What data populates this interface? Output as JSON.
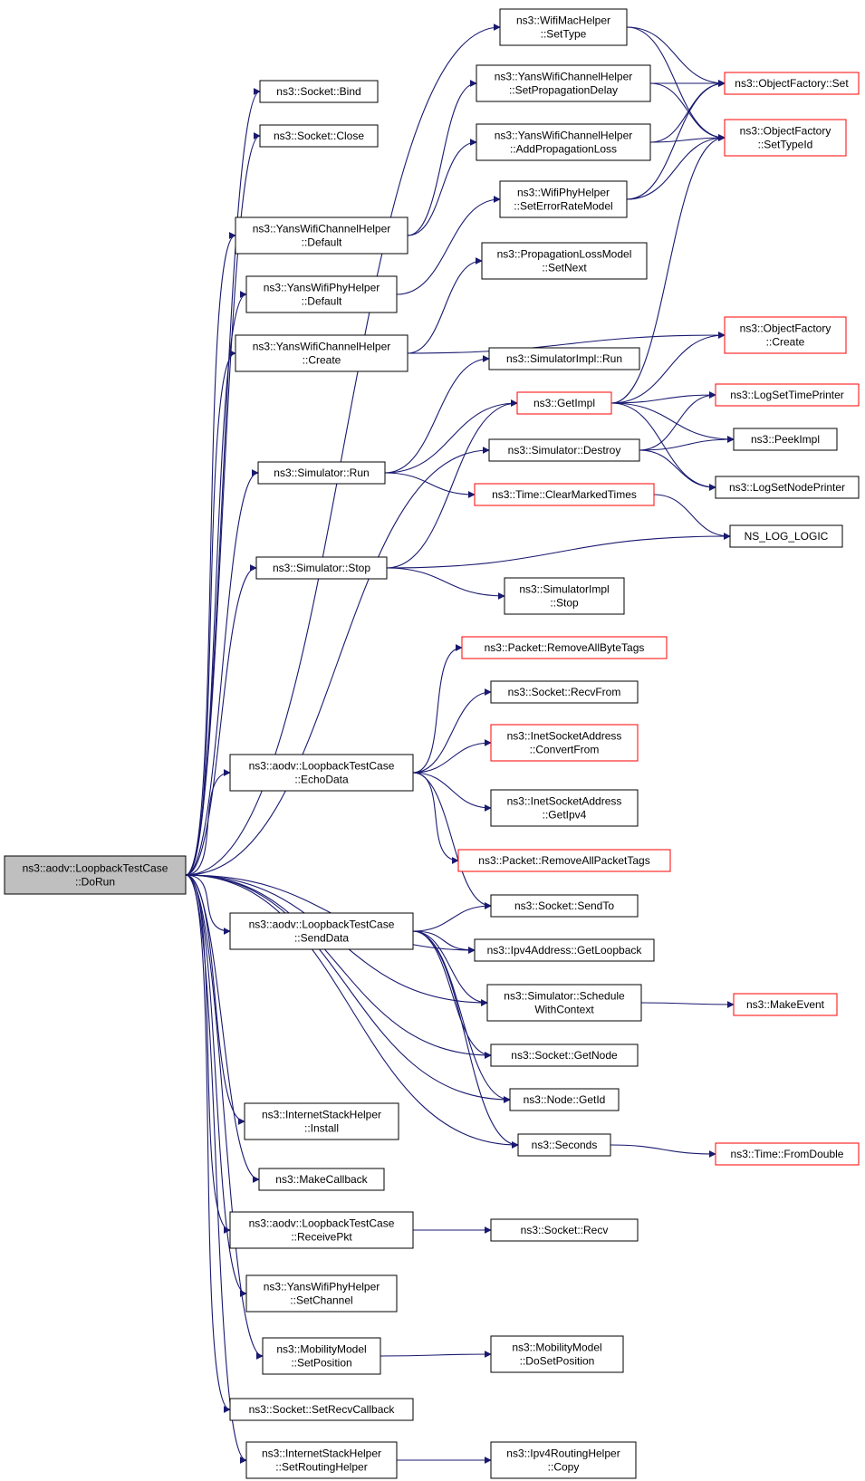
{
  "colors": {
    "edge": "#191970",
    "node_border_default": "#000000",
    "node_border_red": "#ff0000",
    "root_fill": "#bfbfbf",
    "node_fill": "#ffffff"
  },
  "nodes": [
    {
      "id": "root",
      "lines": [
        "ns3::aodv::LoopbackTestCase",
        "::DoRun"
      ],
      "style": "root"
    },
    {
      "id": "bind",
      "lines": [
        "ns3::Socket::Bind"
      ],
      "style": "black"
    },
    {
      "id": "close",
      "lines": [
        "ns3::Socket::Close"
      ],
      "style": "black"
    },
    {
      "id": "ychd",
      "lines": [
        "ns3::YansWifiChannelHelper",
        "::Default"
      ],
      "style": "black"
    },
    {
      "id": "yphd",
      "lines": [
        "ns3::YansWifiPhyHelper",
        "::Default"
      ],
      "style": "black"
    },
    {
      "id": "ychc",
      "lines": [
        "ns3::YansWifiChannelHelper",
        "::Create"
      ],
      "style": "black"
    },
    {
      "id": "simrun",
      "lines": [
        "ns3::Simulator::Run"
      ],
      "style": "black"
    },
    {
      "id": "simstop",
      "lines": [
        "ns3::Simulator::Stop"
      ],
      "style": "black"
    },
    {
      "id": "echo",
      "lines": [
        "ns3::aodv::LoopbackTestCase",
        "::EchoData"
      ],
      "style": "black"
    },
    {
      "id": "send",
      "lines": [
        "ns3::aodv::LoopbackTestCase",
        "::SendData"
      ],
      "style": "black"
    },
    {
      "id": "ishi",
      "lines": [
        "ns3::InternetStackHelper",
        "::Install"
      ],
      "style": "black"
    },
    {
      "id": "mkcb",
      "lines": [
        "ns3::MakeCallback"
      ],
      "style": "black"
    },
    {
      "id": "recvpkt",
      "lines": [
        "ns3::aodv::LoopbackTestCase",
        "::ReceivePkt"
      ],
      "style": "black"
    },
    {
      "id": "yphsc",
      "lines": [
        "ns3::YansWifiPhyHelper",
        "::SetChannel"
      ],
      "style": "black"
    },
    {
      "id": "mmsp",
      "lines": [
        "ns3::MobilityModel",
        "::SetPosition"
      ],
      "style": "black"
    },
    {
      "id": "srcb",
      "lines": [
        "ns3::Socket::SetRecvCallback"
      ],
      "style": "black"
    },
    {
      "id": "ishsr",
      "lines": [
        "ns3::InternetStackHelper",
        "::SetRoutingHelper"
      ],
      "style": "black"
    },
    {
      "id": "wmst",
      "lines": [
        "ns3::WifiMacHelper",
        "::SetType"
      ],
      "style": "black"
    },
    {
      "id": "ychspd",
      "lines": [
        "ns3::YansWifiChannelHelper",
        "::SetPropagationDelay"
      ],
      "style": "black"
    },
    {
      "id": "ychapl",
      "lines": [
        "ns3::YansWifiChannelHelper",
        "::AddPropagationLoss"
      ],
      "style": "black"
    },
    {
      "id": "wpherm",
      "lines": [
        "ns3::WifiPhyHelper",
        "::SetErrorRateModel"
      ],
      "style": "black"
    },
    {
      "id": "plmsn",
      "lines": [
        "ns3::PropagationLossModel",
        "::SetNext"
      ],
      "style": "black"
    },
    {
      "id": "simimplrun",
      "lines": [
        "ns3::SimulatorImpl::Run"
      ],
      "style": "black"
    },
    {
      "id": "getimpl",
      "lines": [
        "ns3::GetImpl"
      ],
      "style": "red"
    },
    {
      "id": "simdestroy",
      "lines": [
        "ns3::Simulator::Destroy"
      ],
      "style": "black"
    },
    {
      "id": "clrmt",
      "lines": [
        "ns3::Time::ClearMarkedTimes"
      ],
      "style": "red"
    },
    {
      "id": "simimplstop",
      "lines": [
        "ns3::SimulatorImpl",
        "::Stop"
      ],
      "style": "black"
    },
    {
      "id": "prabt",
      "lines": [
        "ns3::Packet::RemoveAllByteTags"
      ],
      "style": "red"
    },
    {
      "id": "recvfrom",
      "lines": [
        "ns3::Socket::RecvFrom"
      ],
      "style": "black"
    },
    {
      "id": "isacf",
      "lines": [
        "ns3::InetSocketAddress",
        "::ConvertFrom"
      ],
      "style": "red"
    },
    {
      "id": "isagi",
      "lines": [
        "ns3::InetSocketAddress",
        "::GetIpv4"
      ],
      "style": "black"
    },
    {
      "id": "prapt",
      "lines": [
        "ns3::Packet::RemoveAllPacketTags"
      ],
      "style": "red"
    },
    {
      "id": "sendto",
      "lines": [
        "ns3::Socket::SendTo"
      ],
      "style": "black"
    },
    {
      "id": "getlb",
      "lines": [
        "ns3::Ipv4Address::GetLoopback"
      ],
      "style": "black"
    },
    {
      "id": "simswc",
      "lines": [
        "ns3::Simulator::Schedule",
        "WithContext"
      ],
      "style": "black"
    },
    {
      "id": "getnode",
      "lines": [
        "ns3::Socket::GetNode"
      ],
      "style": "black"
    },
    {
      "id": "nodegetid",
      "lines": [
        "ns3::Node::GetId"
      ],
      "style": "black"
    },
    {
      "id": "seconds",
      "lines": [
        "ns3::Seconds"
      ],
      "style": "black"
    },
    {
      "id": "recv",
      "lines": [
        "ns3::Socket::Recv"
      ],
      "style": "black"
    },
    {
      "id": "mmdsp",
      "lines": [
        "ns3::MobilityModel",
        "::DoSetPosition"
      ],
      "style": "black"
    },
    {
      "id": "iprhc",
      "lines": [
        "ns3::Ipv4RoutingHelper",
        "::Copy"
      ],
      "style": "black"
    },
    {
      "id": "ofset",
      "lines": [
        "ns3::ObjectFactory::Set"
      ],
      "style": "red"
    },
    {
      "id": "ofsti",
      "lines": [
        "ns3::ObjectFactory",
        "::SetTypeId"
      ],
      "style": "red"
    },
    {
      "id": "ofcreate",
      "lines": [
        "ns3::ObjectFactory",
        "::Create"
      ],
      "style": "red"
    },
    {
      "id": "logstp",
      "lines": [
        "ns3::LogSetTimePrinter"
      ],
      "style": "red"
    },
    {
      "id": "peekimpl",
      "lines": [
        "ns3::PeekImpl"
      ],
      "style": "black"
    },
    {
      "id": "logsnp",
      "lines": [
        "ns3::LogSetNodePrinter"
      ],
      "style": "black"
    },
    {
      "id": "nslog",
      "lines": [
        "NS_LOG_LOGIC"
      ],
      "style": "black"
    },
    {
      "id": "mkevent",
      "lines": [
        "ns3::MakeEvent"
      ],
      "style": "red"
    },
    {
      "id": "tfd",
      "lines": [
        "ns3::Time::FromDouble"
      ],
      "style": "red"
    }
  ],
  "edges": [
    [
      "root",
      "bind"
    ],
    [
      "root",
      "close"
    ],
    [
      "root",
      "ychd"
    ],
    [
      "root",
      "yphd"
    ],
    [
      "root",
      "ychc"
    ],
    [
      "root",
      "simrun"
    ],
    [
      "root",
      "simstop"
    ],
    [
      "root",
      "echo"
    ],
    [
      "root",
      "send"
    ],
    [
      "root",
      "ishi"
    ],
    [
      "root",
      "mkcb"
    ],
    [
      "root",
      "recvpkt"
    ],
    [
      "root",
      "yphsc"
    ],
    [
      "root",
      "mmsp"
    ],
    [
      "root",
      "srcb"
    ],
    [
      "root",
      "ishsr"
    ],
    [
      "root",
      "wmst"
    ],
    [
      "root",
      "simdestroy"
    ],
    [
      "root",
      "getlb"
    ],
    [
      "root",
      "simswc"
    ],
    [
      "root",
      "getnode"
    ],
    [
      "root",
      "nodegetid"
    ],
    [
      "root",
      "seconds"
    ],
    [
      "ychd",
      "ychspd"
    ],
    [
      "ychd",
      "ychapl"
    ],
    [
      "yphd",
      "wpherm"
    ],
    [
      "ychc",
      "plmsn"
    ],
    [
      "ychc",
      "ofcreate"
    ],
    [
      "simrun",
      "simimplrun"
    ],
    [
      "simrun",
      "getimpl"
    ],
    [
      "simrun",
      "clrmt"
    ],
    [
      "simstop",
      "getimpl"
    ],
    [
      "simstop",
      "nslog"
    ],
    [
      "simstop",
      "simimplstop"
    ],
    [
      "echo",
      "prabt"
    ],
    [
      "echo",
      "recvfrom"
    ],
    [
      "echo",
      "isacf"
    ],
    [
      "echo",
      "isagi"
    ],
    [
      "echo",
      "prapt"
    ],
    [
      "echo",
      "sendto"
    ],
    [
      "send",
      "sendto"
    ],
    [
      "send",
      "getlb"
    ],
    [
      "send",
      "simswc"
    ],
    [
      "send",
      "getnode"
    ],
    [
      "send",
      "nodegetid"
    ],
    [
      "send",
      "seconds"
    ],
    [
      "recvpkt",
      "recv"
    ],
    [
      "mmsp",
      "mmdsp"
    ],
    [
      "ishsr",
      "iprhc"
    ],
    [
      "wmst",
      "ofset"
    ],
    [
      "wmst",
      "ofsti"
    ],
    [
      "ychspd",
      "ofset"
    ],
    [
      "ychspd",
      "ofsti"
    ],
    [
      "ychapl",
      "ofset"
    ],
    [
      "ychapl",
      "ofsti"
    ],
    [
      "wpherm",
      "ofset"
    ],
    [
      "wpherm",
      "ofsti"
    ],
    [
      "getimpl",
      "ofsti"
    ],
    [
      "getimpl",
      "ofcreate"
    ],
    [
      "getimpl",
      "logstp"
    ],
    [
      "getimpl",
      "peekimpl"
    ],
    [
      "getimpl",
      "logsnp"
    ],
    [
      "simdestroy",
      "logstp"
    ],
    [
      "simdestroy",
      "peekimpl"
    ],
    [
      "simdestroy",
      "logsnp"
    ],
    [
      "clrmt",
      "nslog"
    ],
    [
      "simswc",
      "mkevent"
    ],
    [
      "seconds",
      "tfd"
    ]
  ]
}
